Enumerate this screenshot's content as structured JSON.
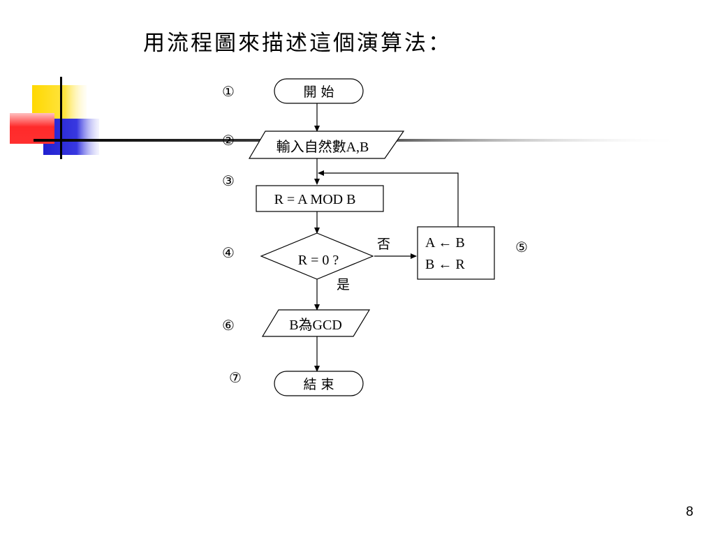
{
  "slide": {
    "title": "用流程圖來描述這個演算法：",
    "page_number": "8"
  },
  "flowchart": {
    "steps": [
      {
        "id": "start",
        "marker": "①",
        "label": "開 始"
      },
      {
        "id": "input",
        "marker": "②",
        "label": "輸入自然數A,B"
      },
      {
        "id": "mod",
        "marker": "③",
        "label": "R = A MOD B"
      },
      {
        "id": "decision",
        "marker": "④",
        "label": "R = 0 ?"
      },
      {
        "id": "swap",
        "marker": "⑤",
        "label_line1": "A ← B",
        "label_line2": "B ← R"
      },
      {
        "id": "output",
        "marker": "⑥",
        "label": "B為GCD"
      },
      {
        "id": "end",
        "marker": "⑦",
        "label": "結 束"
      }
    ],
    "branch_no": "否",
    "branch_yes": "是"
  },
  "colors": {
    "deco_yellow": "#ffd800",
    "deco_blue": "#2a2ad8",
    "deco_red": "#ff2020",
    "line": "#000000"
  }
}
